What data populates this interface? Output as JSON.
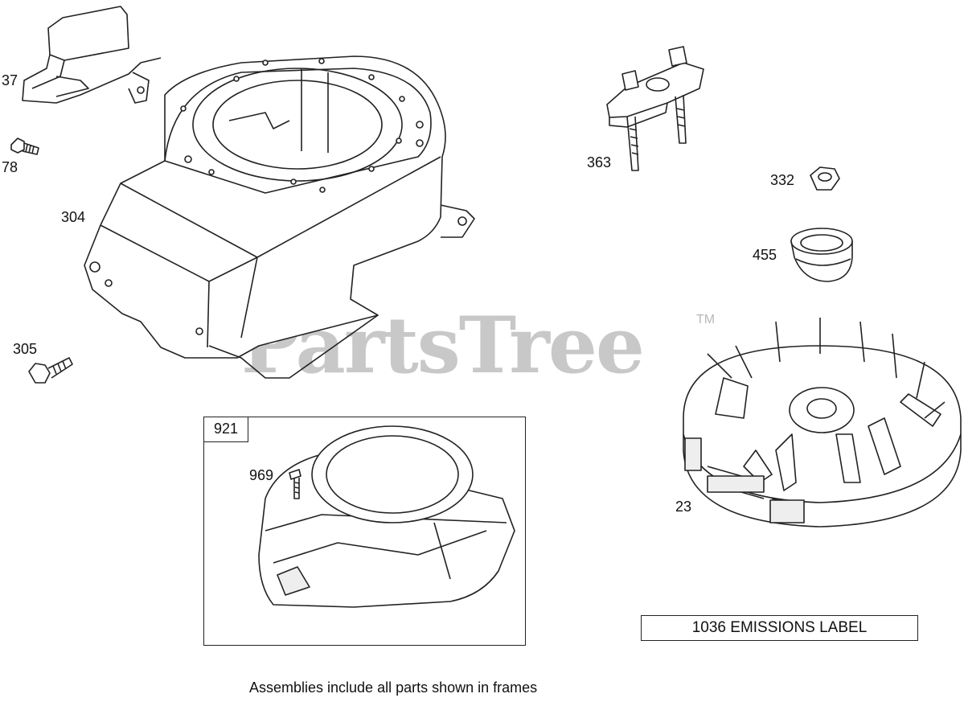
{
  "labels": {
    "p37": "37",
    "p78": "78",
    "p304": "304",
    "p305": "305",
    "p363": "363",
    "p332": "332",
    "p455": "455",
    "p23": "23",
    "p969": "969",
    "p921": "921"
  },
  "emissions_label": "1036 EMISSIONS LABEL",
  "watermark": {
    "text": "PartsTree",
    "tm": "TM"
  },
  "footer": "Assemblies include all parts shown in frames"
}
